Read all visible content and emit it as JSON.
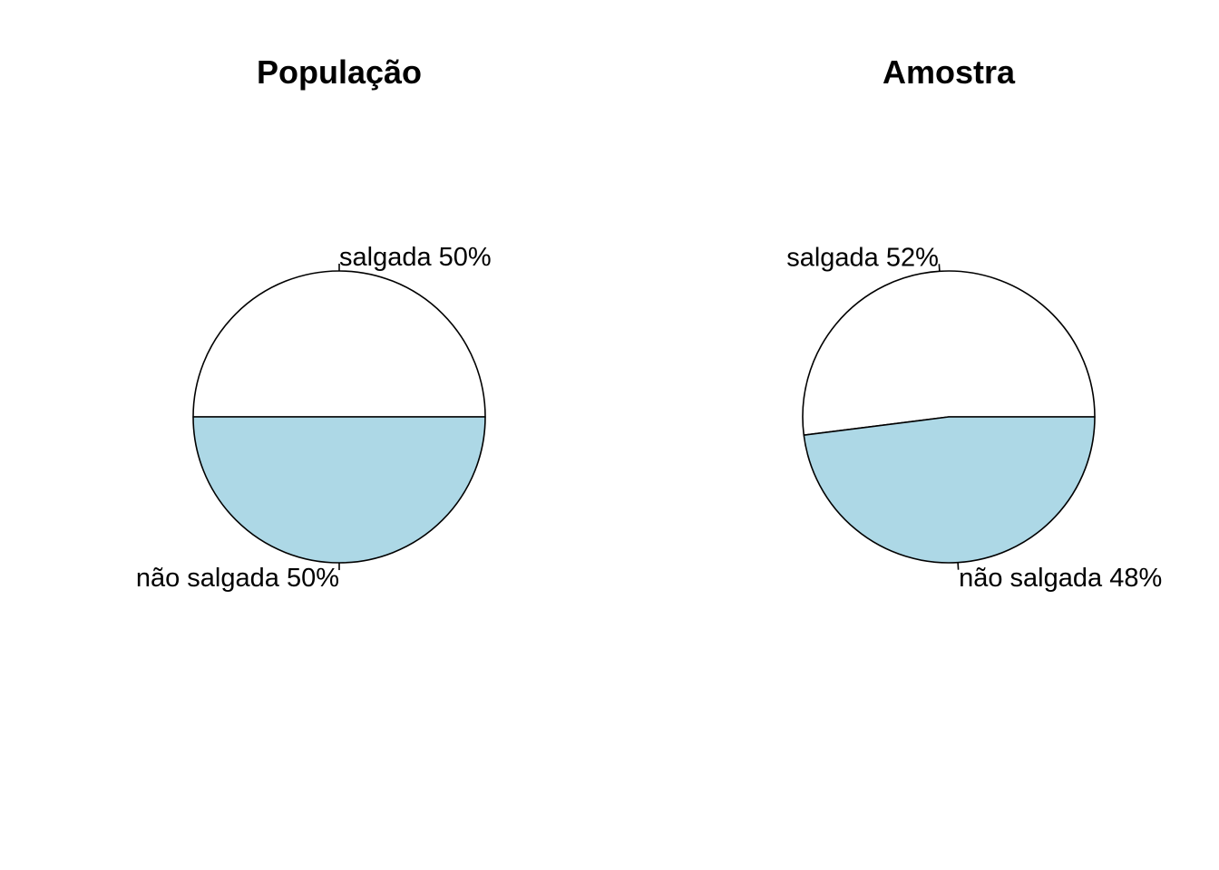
{
  "chart_data": [
    {
      "type": "pie",
      "title": "População",
      "slices": [
        {
          "name": "salgada",
          "value": 50,
          "label": "salgada 50%",
          "color": "#ffffff"
        },
        {
          "name": "não salgada",
          "value": 50,
          "label": "não salgada 50%",
          "color": "#add8e6"
        }
      ]
    },
    {
      "type": "pie",
      "title": "Amostra",
      "slices": [
        {
          "name": "salgada",
          "value": 52,
          "label": "salgada 52%",
          "color": "#ffffff"
        },
        {
          "name": "não salgada",
          "value": 48,
          "label": "não salgada 48%",
          "color": "#add8e6"
        }
      ]
    }
  ]
}
